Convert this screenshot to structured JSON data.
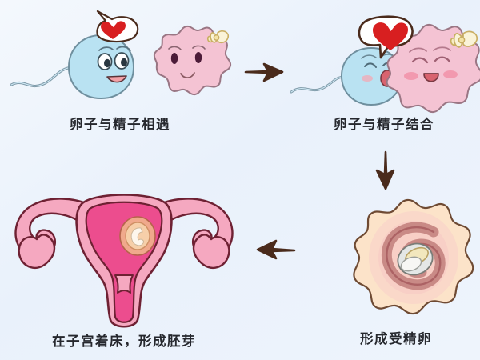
{
  "figure": {
    "background_color": "#eef4fc",
    "title_visible": false
  },
  "palette": {
    "background": "#eef4fc",
    "sperm_body": "#b9e2f2",
    "sperm_outline": "#6f8f9e",
    "egg_body": "#f4c3d3",
    "egg_outline": "#9a7684",
    "egg_bow": "#f7eec6",
    "egg_bow_outline": "#c9ae63",
    "heart_red": "#d81f20",
    "arrow_brown": "#4a2b1c",
    "uterus_outer": "#f5a8c0",
    "uterus_inner": "#ec4d8e",
    "uterus_outline": "#7c2235",
    "zygote_outer": "#fae0c8",
    "zygote_mid": "#f7cfcc",
    "zygote_spiral": "#d98e92",
    "zygote_nucleus": "#f3ead0",
    "caption_text": "#26282e"
  },
  "panels": [
    {
      "id": "panel-meet",
      "order": 1,
      "caption": "卵子与精子相遇",
      "characters": [
        {
          "name": "sperm",
          "color": "#b9e2f2",
          "expression": "smiling-open-eyes",
          "accessory": "heart-speech-bubble"
        },
        {
          "name": "egg",
          "color": "#f4c3d3",
          "expression": "smiling-open-eyes",
          "accessory": "ribbon-bow"
        }
      ]
    },
    {
      "id": "panel-fuse",
      "order": 2,
      "caption": "卵子与精子结合",
      "characters": [
        {
          "name": "sperm",
          "color": "#b9e2f2",
          "expression": "happy-closed-eyes",
          "accessory": "heart-speech-bubble"
        },
        {
          "name": "egg",
          "color": "#f4c3d3",
          "expression": "happy-closed-eyes-blush",
          "accessory": "ribbon-bow"
        }
      ]
    },
    {
      "id": "panel-zygote",
      "order": 3,
      "caption": "形成受精卵",
      "characters": [
        {
          "name": "fertilized-egg",
          "color": "#fae0c8",
          "expression": "none",
          "accessory": "none"
        }
      ]
    },
    {
      "id": "panel-implantation",
      "order": 4,
      "caption": "在子宫着床，形成胚芽",
      "characters": [
        {
          "name": "uterus",
          "color": "#f5a8c0",
          "expression": "none",
          "accessory": "embryo"
        }
      ]
    }
  ],
  "arrows": [
    {
      "id": "arrow-right-top",
      "direction": "right",
      "color": "#4a2b1c",
      "from": "panel-meet",
      "to": "panel-fuse"
    },
    {
      "id": "arrow-down-right",
      "direction": "down",
      "color": "#4a2b1c",
      "from": "panel-fuse",
      "to": "panel-zygote"
    },
    {
      "id": "arrow-left-bottom",
      "direction": "left",
      "color": "#4a2b1c",
      "from": "panel-zygote",
      "to": "panel-implantation"
    }
  ]
}
